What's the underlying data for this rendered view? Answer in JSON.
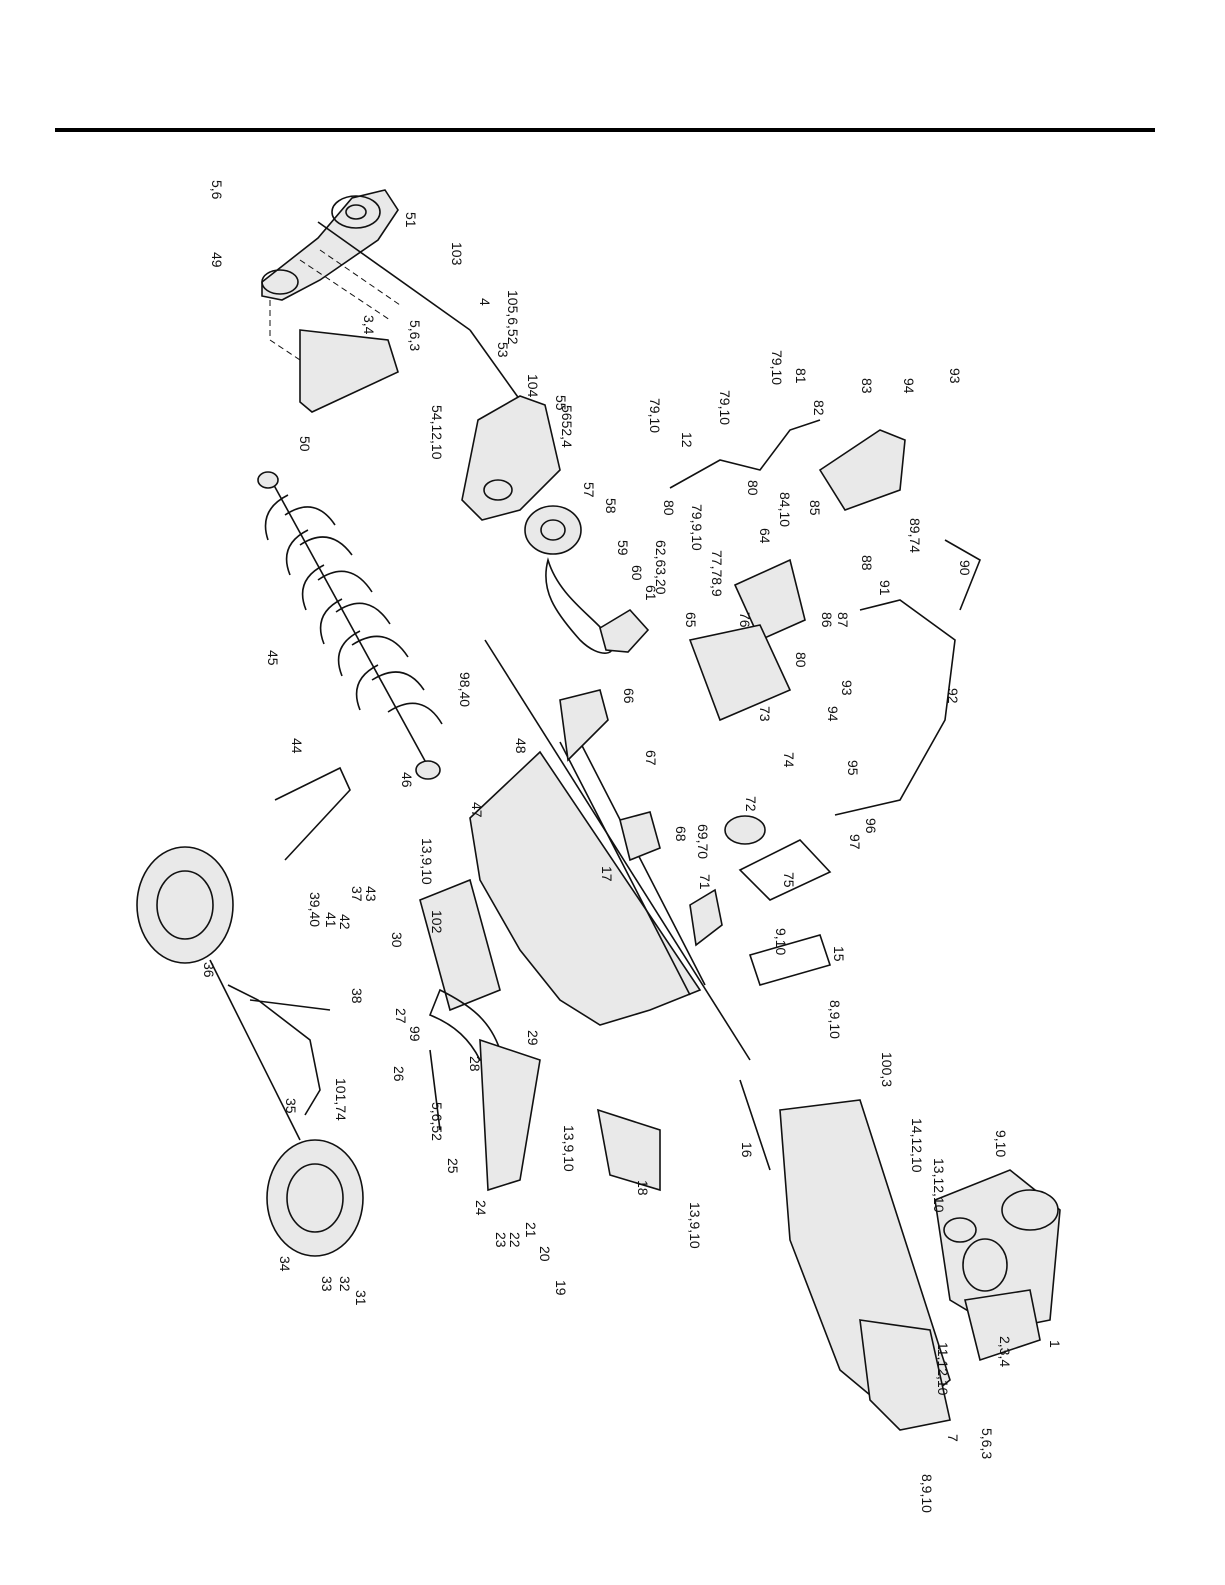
{
  "diagram": {
    "labels": [
      "5,6",
      "49",
      "51",
      "103",
      "3,4",
      "5,6,3",
      "50",
      "105,6,52",
      "4",
      "53",
      "104",
      "55",
      "54,12,10",
      "5652,4",
      "57",
      "58",
      "59",
      "60",
      "61",
      "62,63,20",
      "65",
      "45",
      "98,40",
      "46",
      "44",
      "13,9,10",
      "39,40",
      "41",
      "42",
      "37",
      "43",
      "36",
      "38",
      "30",
      "102",
      "27",
      "99",
      "29",
      "26",
      "28",
      "5,6,52",
      "25",
      "35",
      "101,74",
      "34",
      "33",
      "32",
      "31",
      "24",
      "23",
      "22",
      "21",
      "20",
      "19",
      "13,9,10",
      "18",
      "13,9,10",
      "16",
      "47",
      "48",
      "66",
      "67",
      "68",
      "69,70",
      "17",
      "71",
      "72",
      "73",
      "74",
      "75",
      "9,10",
      "15",
      "8,9,10",
      "100,3",
      "14,12,10",
      "13,12,10",
      "9,10",
      "11,12,10",
      "7",
      "5,6,3",
      "8,9,10",
      "2,3,4",
      "1",
      "79,10",
      "79,10",
      "79,10",
      "81",
      "82",
      "83",
      "94",
      "93",
      "12",
      "80",
      "79,9,10",
      "80",
      "64",
      "84,10",
      "85",
      "77,78,9",
      "76",
      "88",
      "86",
      "87",
      "80",
      "89,74",
      "90",
      "91",
      "93",
      "94",
      "92",
      "95",
      "96",
      "97"
    ]
  }
}
